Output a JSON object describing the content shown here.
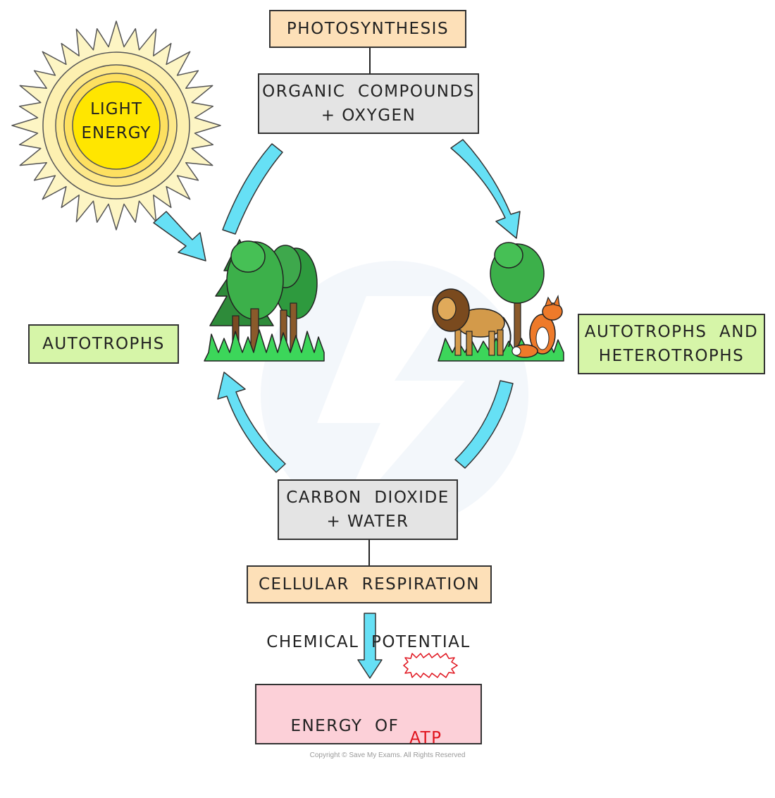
{
  "photosynthesis_label": "PHOTOSYNTHESIS",
  "organic_compounds": {
    "line1": "ORGANIC  COMPOUNDS",
    "line2": "+ OXYGEN"
  },
  "light_energy": {
    "line1": "LIGHT",
    "line2": "ENERGY"
  },
  "autotrophs_label": "AUTOTROPHS",
  "autotrophs_heterotrophs": {
    "line1": "AUTOTROPHS  AND",
    "line2": "HETEROTROPHS"
  },
  "carbon_dioxide": {
    "line1": "CARBON  DIOXIDE",
    "line2": "+ WATER"
  },
  "cellular_respiration_label": "CELLULAR  RESPIRATION",
  "chemical_energy": {
    "line1": "CHEMICAL  POTENTIAL",
    "line2_prefix": "ENERGY  OF ",
    "atp": "ATP"
  },
  "copyright": "Copyright © Save My Exams. All Rights Reserved",
  "colors": {
    "arrow_fill": "#66e0f5",
    "process_box": "#fde0b8",
    "compound_box": "#e4e4e4",
    "organism_box": "#d6f5a8",
    "energy_box": "#fcd0d8",
    "sun_core": "#ffe600",
    "atp_text": "#e0141e"
  }
}
